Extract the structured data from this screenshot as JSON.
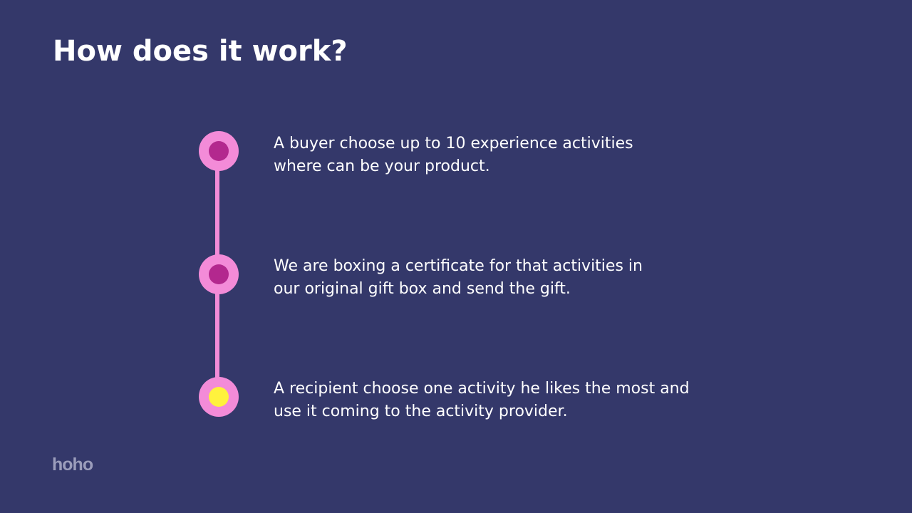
{
  "slide": {
    "title": "How does it work?",
    "background_color": "#34386a"
  },
  "timeline": {
    "line_color": "#f38bd8",
    "steps": [
      {
        "line1": "A buyer choose up to 10 experience activities",
        "line2": "where can be your product.",
        "dot_color": "#b3288e"
      },
      {
        "line1": "We are boxing a certificate for that activities in",
        "line2": "our original gift box and send the gift.",
        "dot_color": "#b3288e"
      },
      {
        "line1": "A recipient choose one activity he likes the most and",
        "line2": "use it coming to the activity provider.",
        "dot_color": "#fff23d"
      }
    ]
  },
  "brand": {
    "logo_text": "hoho"
  }
}
